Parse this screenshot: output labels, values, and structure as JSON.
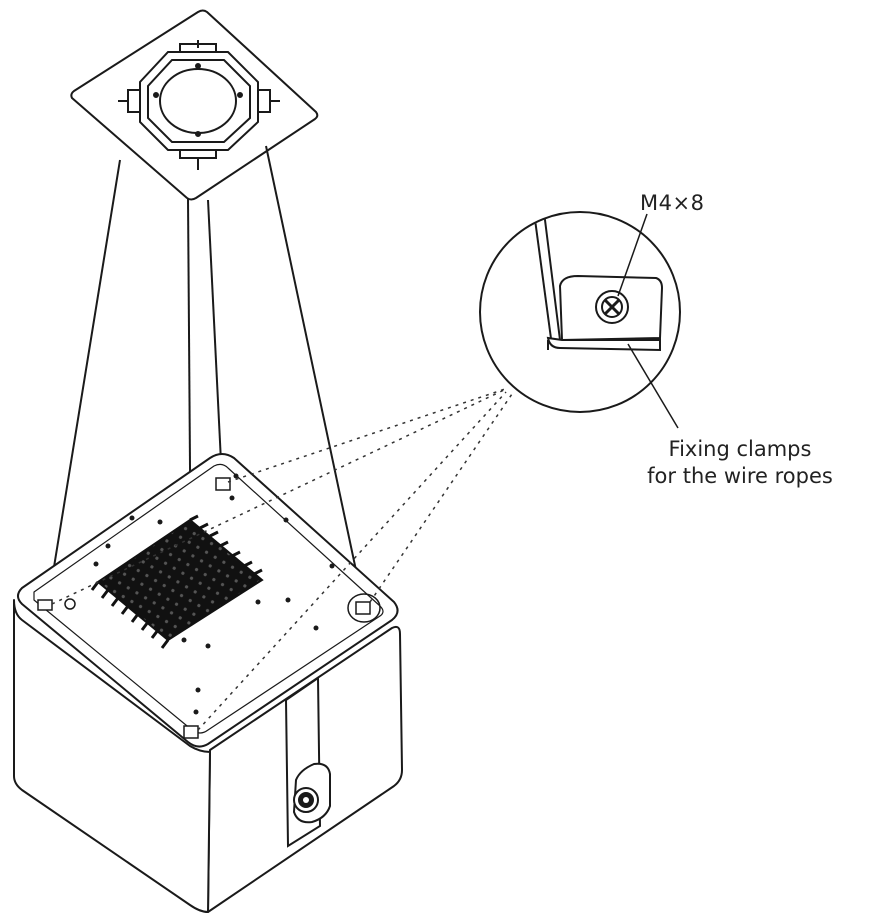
{
  "labels": {
    "screw_spec": "M4×8",
    "clamp_line1": "Fixing clamps",
    "clamp_line2": "for the wire ropes"
  },
  "colors": {
    "line": "#1a1a1a",
    "mesh": "#111111",
    "background": "#ffffff"
  }
}
